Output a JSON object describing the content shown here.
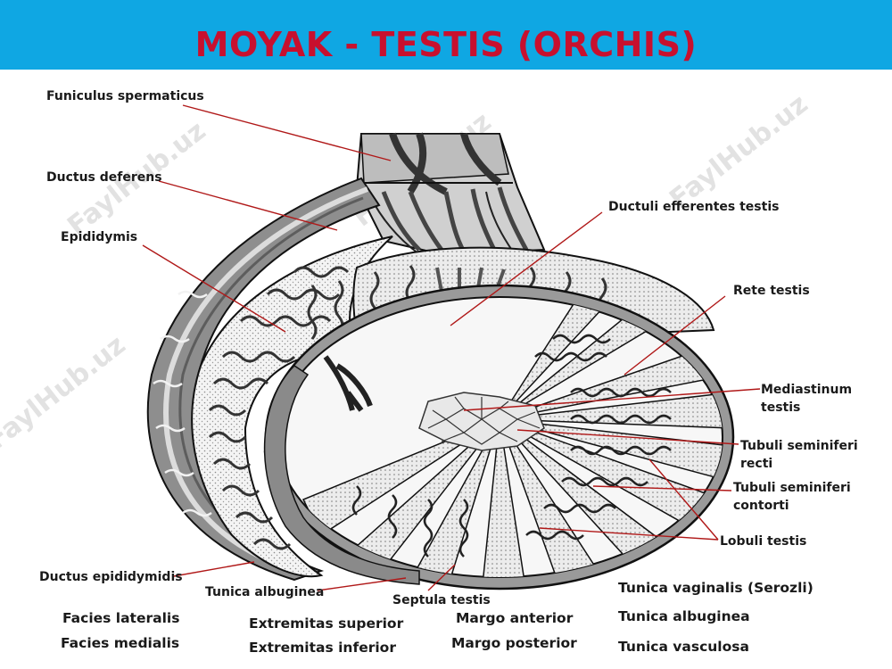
{
  "title": "MOYAK - TESTIS (ORCHIS)",
  "watermark": "FaylHub.uz",
  "colors": {
    "banner": "#0fa7e3",
    "title": "#c8102e",
    "leader_line": "#b01818",
    "tissue_gray": "#9a9a9a",
    "outline": "#111111"
  },
  "labels": {
    "funiculus_spermaticus": "Funiculus spermaticus",
    "ductus_deferens": "Ductus deferens",
    "epididymis": "Epididymis",
    "ductuli_efferentes": "Ductuli efferentes testis",
    "rete_testis": "Rete testis",
    "mediastinum_line1": "Mediastinum",
    "mediastinum_line2": "testis",
    "tubuli_recti_line1": "Tubuli seminiferi",
    "tubuli_recti_line2": "recti",
    "tubuli_contorti_line1": "Tubuli seminiferi",
    "tubuli_contorti_line2": "contorti",
    "lobuli_testis": "Lobuli testis",
    "ductus_epididymidis": "Ductus epididymidis",
    "tunica_albuginea_inner": "Tunica albuginea",
    "septula_testis": "Septula testis"
  },
  "legend": {
    "facies_lateralis": "Facies lateralis",
    "facies_medialis": "Facies medialis",
    "extremitas_superior": "Extremitas superior",
    "extremitas_inferior": "Extremitas inferior",
    "margo_anterior": "Margo anterior",
    "margo_posterior": "Margo posterior",
    "tunica_vaginalis": "Tunica vaginalis (Serozli)",
    "tunica_albuginea": "Tunica albuginea",
    "tunica_vasculosa": "Tunica vasculosa"
  }
}
